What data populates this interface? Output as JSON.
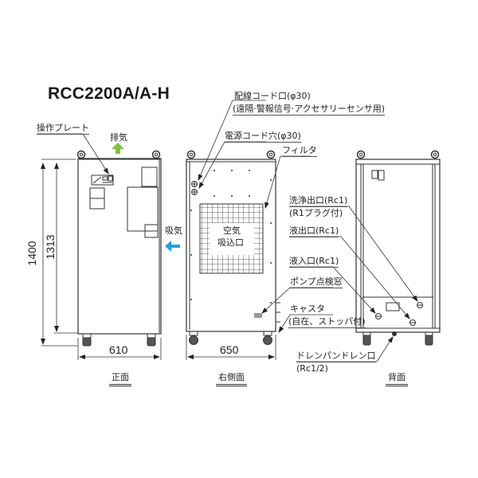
{
  "title": "RCC2200A/A-H",
  "front_view": {
    "caption": "正面",
    "labels": {
      "operation_plate": "操作プレート",
      "exhaust": "排気",
      "intake": "吸気"
    },
    "dimensions": {
      "total_height": "1400",
      "body_height": "1313",
      "width": "610"
    }
  },
  "side_view": {
    "caption": "右側面",
    "labels": {
      "wiring_port": "配線コード口(φ30)",
      "wiring_port_note": "(遠隔·警報信号·アクセサリーセンサ用)",
      "power_cord_hole": "電源コード穴(φ30)",
      "filter": "フィルタ",
      "air_intake_line1": "空気",
      "air_intake_line2": "吸込口",
      "pump_window": "ポンプ点検窓",
      "caster": "キャスタ",
      "caster_note": "(自在、ストッパ付)"
    },
    "dimensions": {
      "depth": "650"
    }
  },
  "rear_view": {
    "caption": "背面",
    "labels": {
      "wash_outlet": "洗浄出口(Rc1)",
      "wash_outlet_note": "(R1プラグ付)",
      "liquid_outlet": "液出口(Rc1)",
      "liquid_inlet": "液入口(Rc1)",
      "drain_port": "ドレンパンドレン口",
      "drain_port_size": "(Rc1/2)"
    }
  },
  "colors": {
    "exhaust_arrow": "#7dc242",
    "intake_arrow": "#1ea0e6",
    "line": "#333333",
    "pump_window_fill": "#9a9a9a"
  }
}
